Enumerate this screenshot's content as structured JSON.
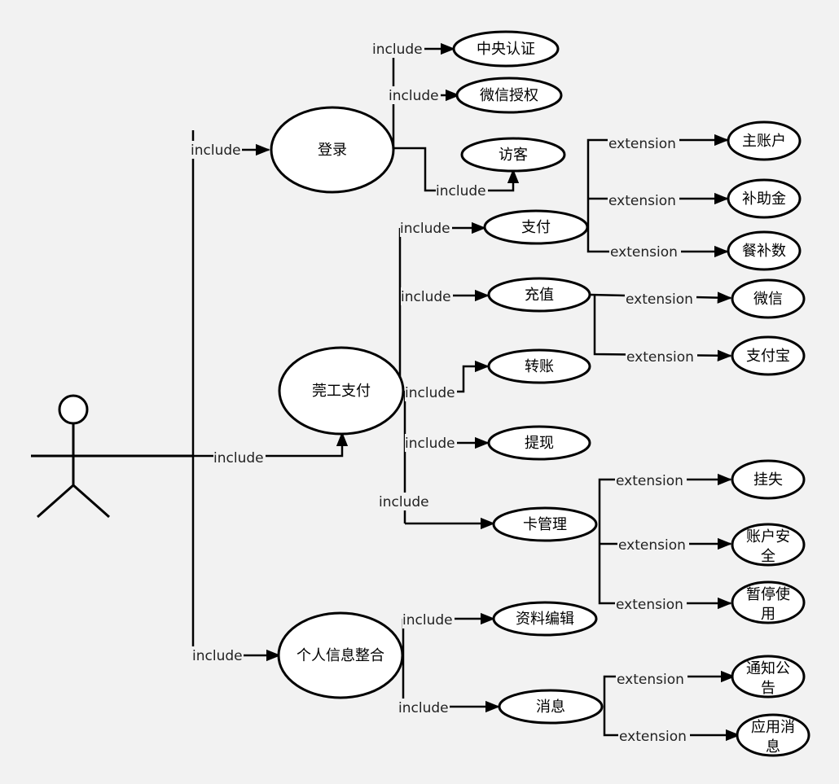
{
  "diagram": {
    "actor": {
      "label": ""
    },
    "nodes": {
      "login": "登录",
      "central_auth": "中央认证",
      "wechat_auth": "微信授权",
      "visitor": "访客",
      "dg_pay": "莞工支付",
      "pay": "支付",
      "main_account": "主账户",
      "subsidy": "补助金",
      "meal_count": "餐补数",
      "recharge": "充值",
      "wechat": "微信",
      "alipay": "支付宝",
      "transfer": "转账",
      "withdraw": "提现",
      "card_mgmt": "卡管理",
      "report_loss": "挂失",
      "account_security_1": "账户安",
      "account_security_2": "全",
      "suspend_1": "暂停使",
      "suspend_2": "用",
      "personal_info": "个人信息整合",
      "profile_edit": "资料编辑",
      "message": "消息",
      "notice_1": "通知公",
      "notice_2": "告",
      "app_msg_1": "应用消",
      "app_msg_2": "息"
    },
    "edge_labels": {
      "include": "include",
      "extension": "extension"
    }
  }
}
